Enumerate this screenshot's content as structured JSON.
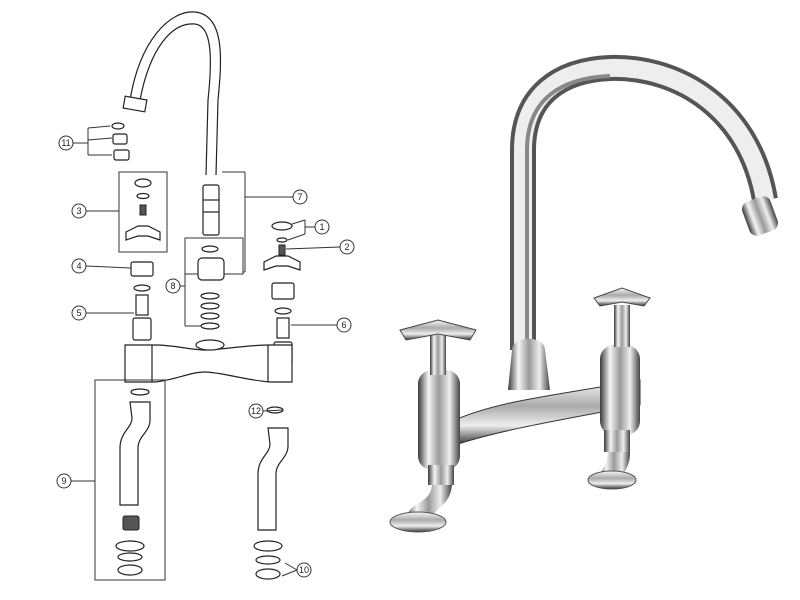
{
  "diagram": {
    "title": "Bridge tap exploded parts diagram",
    "callouts": {
      "c1": "1",
      "c2": "2",
      "c3": "3",
      "c4": "4",
      "c5": "5",
      "c6": "6",
      "c7": "7",
      "c8": "8",
      "c9": "9",
      "c10": "10",
      "c11": "11",
      "c12": "12"
    }
  },
  "colors": {
    "line": "#222222",
    "chrome_light": "#f4f4f4",
    "chrome_dark": "#2a2a2a"
  }
}
